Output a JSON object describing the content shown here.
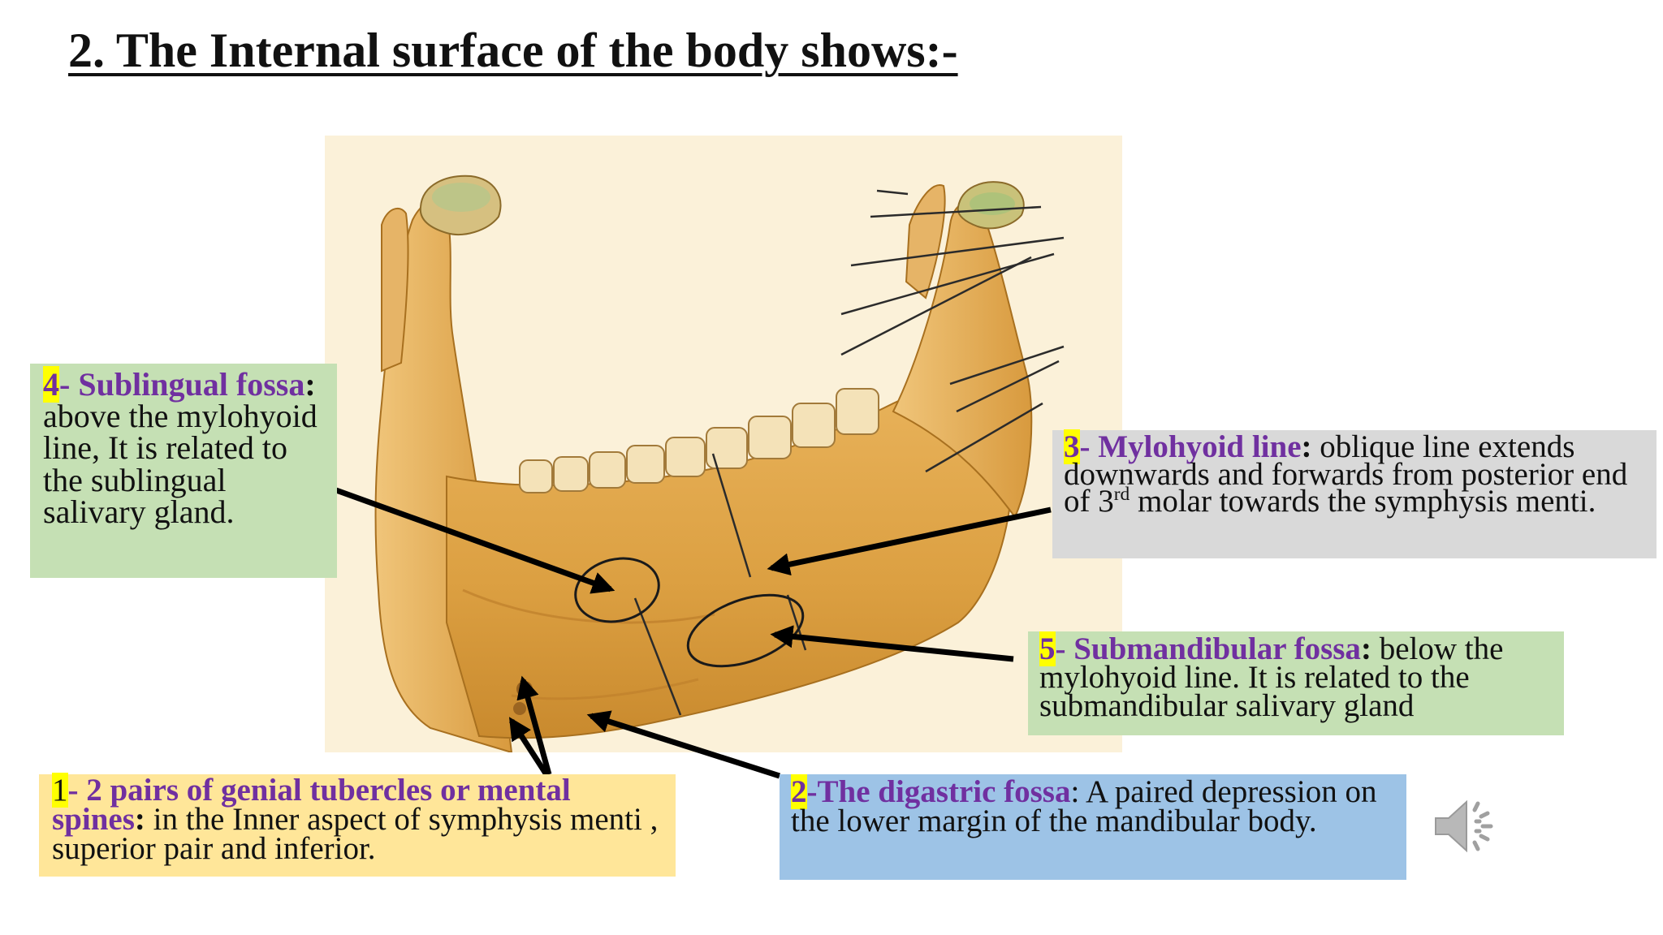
{
  "slide": {
    "title": "2. The Internal surface of the body shows:-"
  },
  "callouts": {
    "sublingual": {
      "number": "4",
      "heading_a": "- Sublingual fossa",
      "colon": ":",
      "text": " above the mylohyoid line, It is related to the sublingual salivary gland."
    },
    "mylohyoid": {
      "number": "3",
      "heading_a": "- Mylohyoid line",
      "colon": ":",
      "text_a": " oblique line extends downwards and forwards from posterior end of 3",
      "sup": "rd",
      "text_b": "  molar towards the symphysis menti."
    },
    "submandibular": {
      "number": "5",
      "heading_a": "- Submandibular fossa",
      "colon": ":",
      "text": " below the mylohyoid line. It is related to the submandibular salivary gland"
    },
    "genial": {
      "number": "1",
      "heading_a": "- 2 pairs of  genial tubercles or mental spines",
      "colon": ":",
      "text": " in the Inner aspect of symphysis menti , superior pair and inferior."
    },
    "digastric": {
      "number": "2",
      "heading_a": "-The digastric fossa",
      "colon": ":",
      "text": " A paired depression on the lower margin of the mandibular body."
    }
  },
  "icons": {
    "figure": "mandible-internal-surface-illustration",
    "audio": "speaker-icon"
  },
  "colors": {
    "heading_purple": "#7030a0",
    "number_highlight": "#ffff00",
    "green_box": "#c5e0b4",
    "grey_box": "#d9d9d9",
    "yellow_box": "#ffe699",
    "blue_box": "#9dc3e6"
  }
}
